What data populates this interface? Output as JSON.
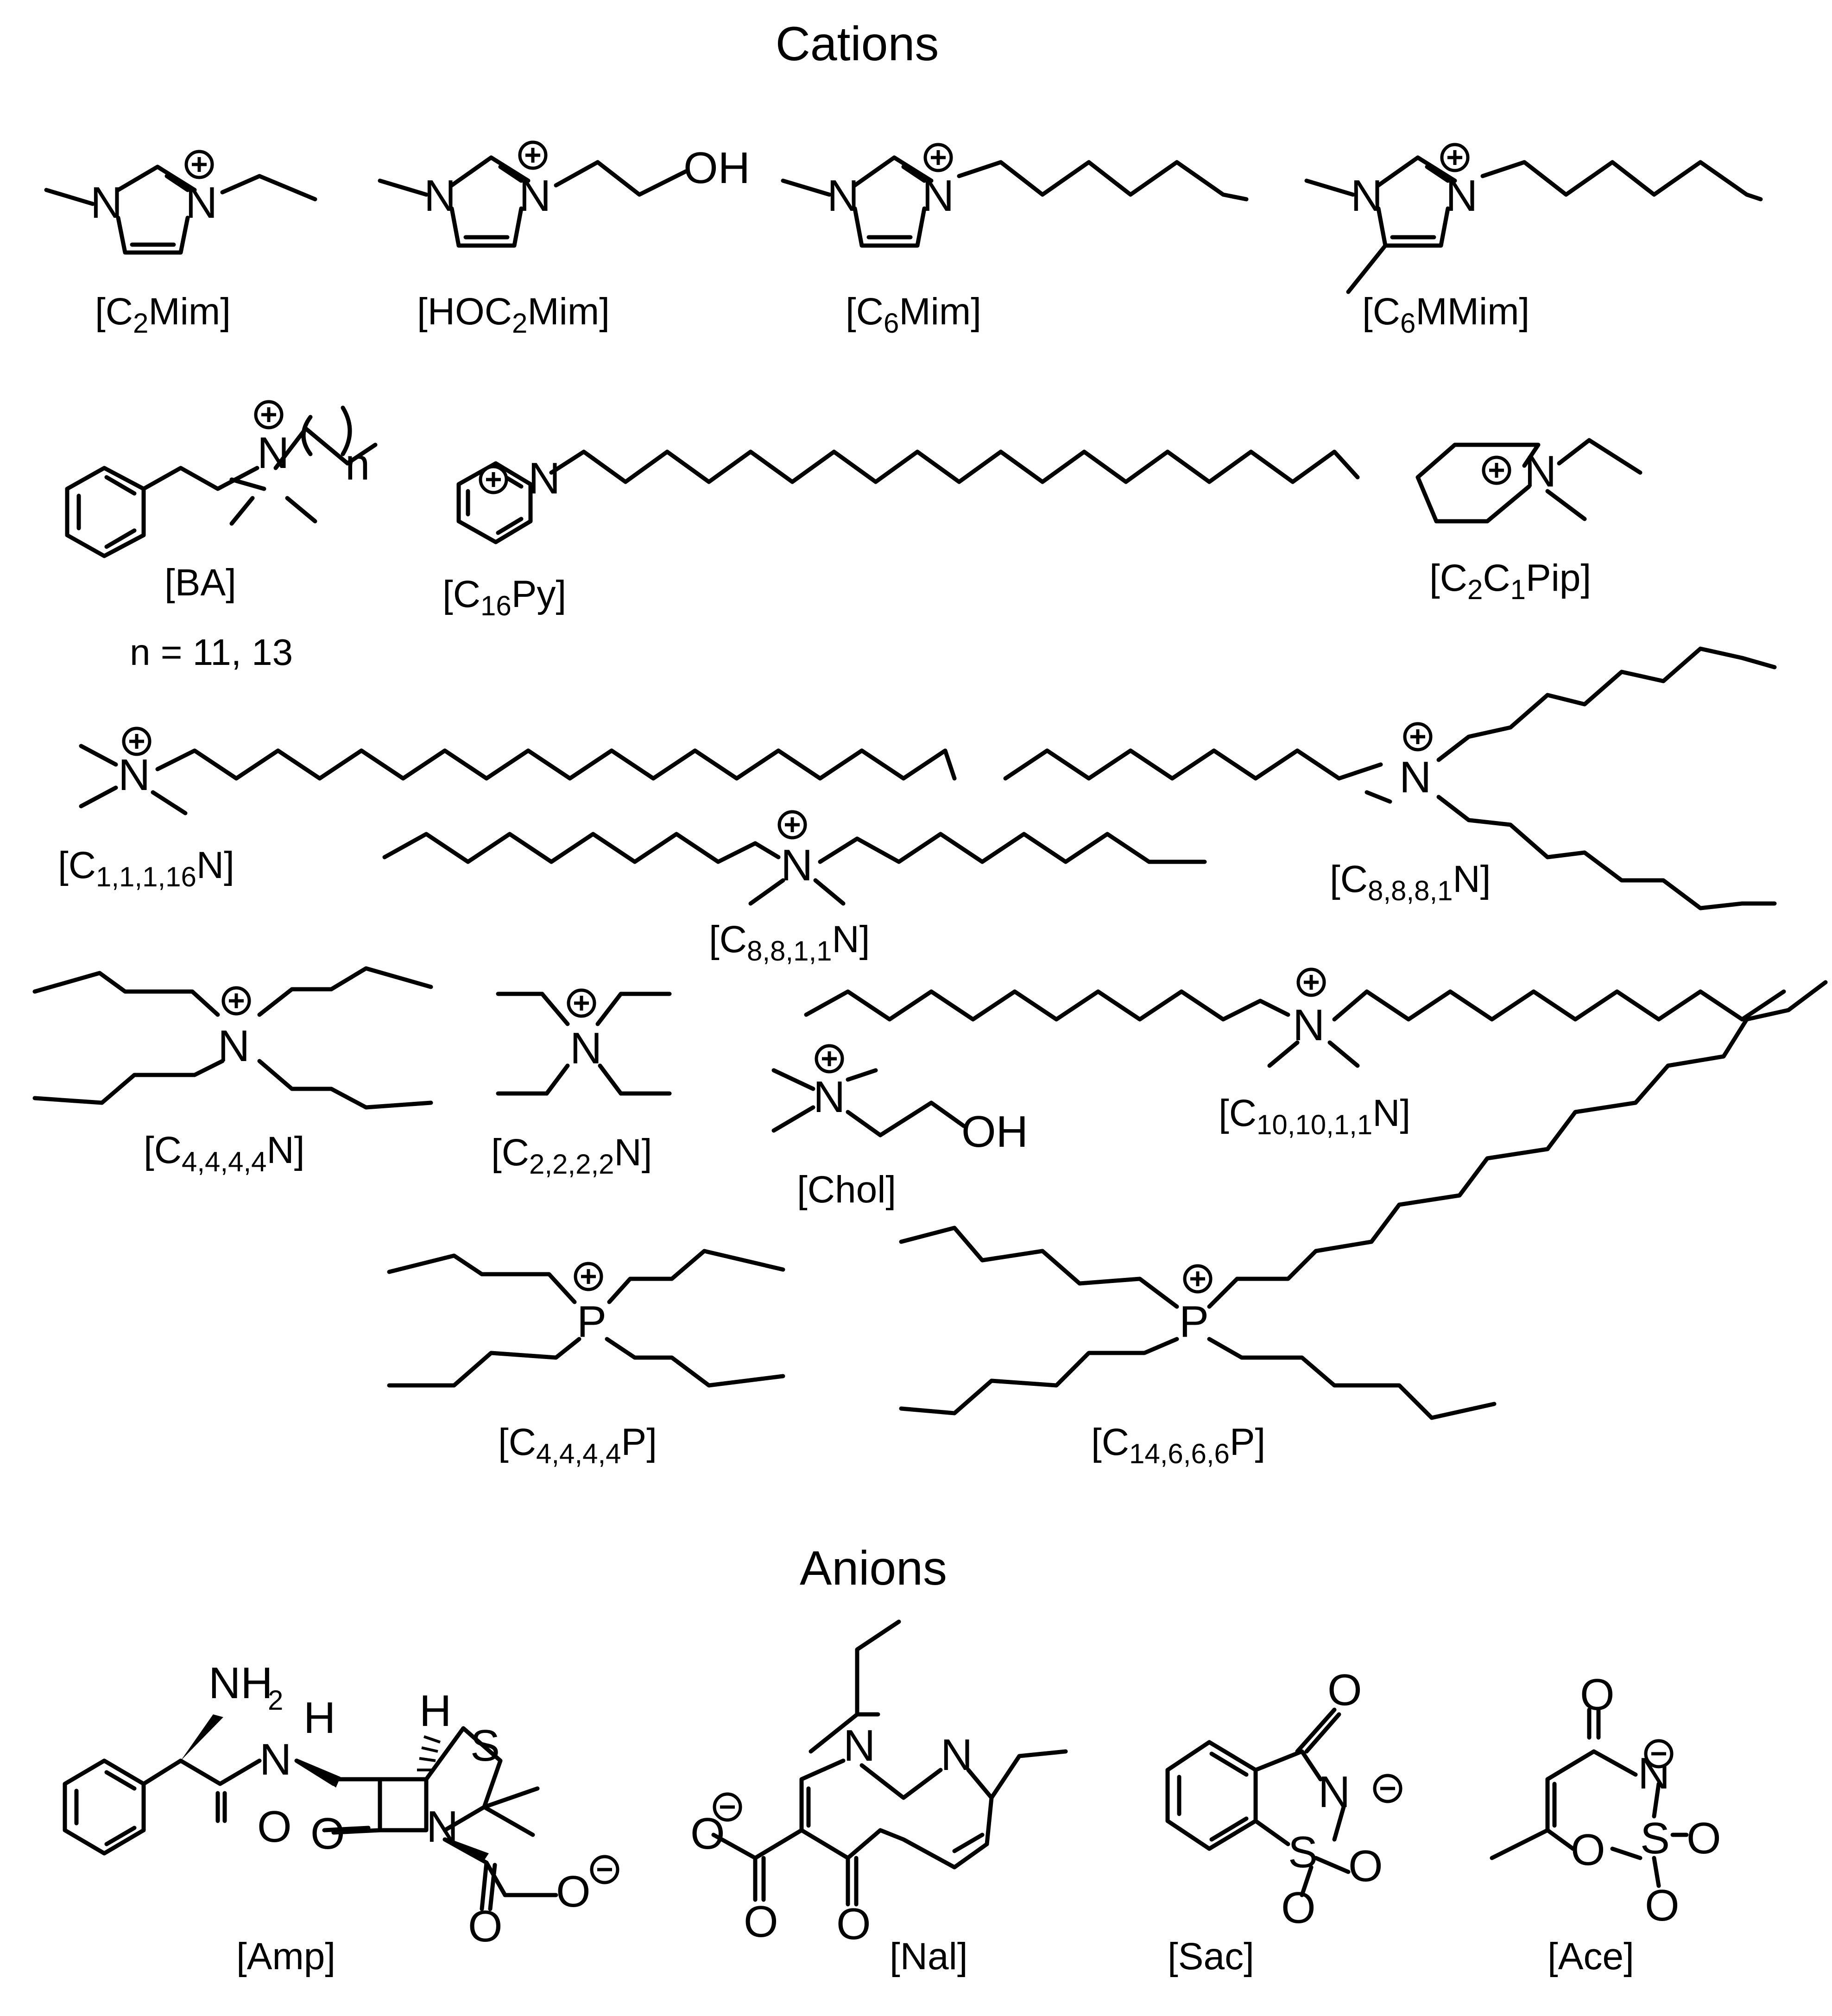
{
  "titles": {
    "cations": "Cations",
    "anions": "Anions"
  },
  "cations": {
    "c2mim": {
      "pre": "[C",
      "sub": "2",
      "post": "Mim]"
    },
    "hoc2mim": {
      "pre": "[HOC",
      "sub": "2",
      "post": "Mim]"
    },
    "c6mim": {
      "pre": "[C",
      "sub": "6",
      "post": "Mim]"
    },
    "c6mmim": {
      "pre": "[C",
      "sub": "6",
      "post": "MMim]"
    },
    "ba": {
      "label": "[BA]",
      "note": "n = 11, 13"
    },
    "c16py": {
      "pre": "[C",
      "sub": "16",
      "post": "Py]"
    },
    "c2c1pip": {
      "pre": "[C",
      "sub": "2",
      "mid": "C",
      "sub2": "1",
      "post": "Pip]"
    },
    "c11116n": {
      "pre": "[C",
      "sub": "1,1,1,16",
      "post": "N]"
    },
    "c8881n": {
      "pre": "[C",
      "sub": "8,8,8,1",
      "post": "N]"
    },
    "c8811n": {
      "pre": "[C",
      "sub": "8,8,1,1",
      "post": "N]"
    },
    "c4444n": {
      "pre": "[C",
      "sub": "4,4,4,4",
      "post": "N]"
    },
    "c2222n": {
      "pre": "[C",
      "sub": "2,2,2,2",
      "post": "N]"
    },
    "chol": {
      "label": "[Chol]"
    },
    "c101011n": {
      "pre": "[C",
      "sub": "10,10,1,1",
      "post": "N]"
    },
    "c4444p": {
      "pre": "[C",
      "sub": "4,4,4,4",
      "post": "P]"
    },
    "c14666p": {
      "pre": "[C",
      "sub": "14,6,6,6",
      "post": "P]"
    }
  },
  "anions": {
    "amp": "[Amp]",
    "nal": "[Nal]",
    "sac": "[Sac]",
    "ace": "[Ace]"
  },
  "atoms": {
    "N": "N",
    "P": "P",
    "O": "O",
    "S": "S",
    "H": "H",
    "OH": "OH",
    "NH": "NH",
    "NH_sub": "2",
    "n": "n"
  }
}
